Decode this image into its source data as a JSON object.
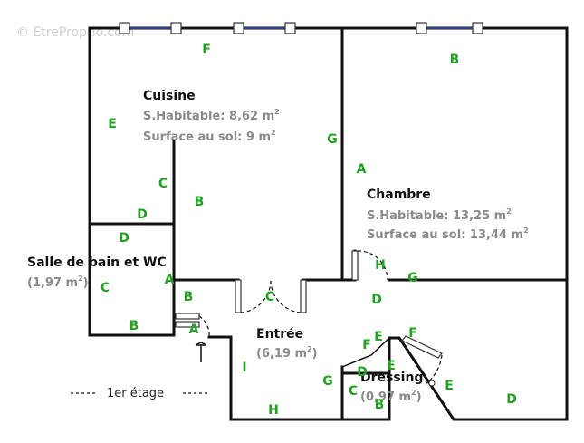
{
  "watermark": "© EtreProprio.com",
  "floor_label": "1er étage",
  "colors": {
    "wall_label": "#22a022",
    "room_name": "#111111",
    "room_area": "#8a8a8a",
    "window": "#3a4fb0"
  },
  "rooms": {
    "cuisine": {
      "name": "Cuisine",
      "area_line1": "S.Habitable: 8,62 m",
      "area_line2": "Surface au sol: 9 m"
    },
    "chambre": {
      "name": "Chambre",
      "area_line1": "S.Habitable: 13,25 m",
      "area_line2": "Surface au sol: 13,44 m"
    },
    "salle_de_bain": {
      "name": "Salle de bain et WC",
      "area": "(1,97 m"
    },
    "entree": {
      "name": "Entrée",
      "area": "(6,19 m"
    },
    "dressing": {
      "name": "Dressing",
      "area": "(0,97 m"
    }
  },
  "squared_suffix": "2",
  "close_paren": ")",
  "wall_labels": [
    "F",
    "B",
    "E",
    "G",
    "A",
    "C",
    "B",
    "D",
    "D",
    "C",
    "A",
    "B",
    "H",
    "G",
    "D",
    "B",
    "A",
    "C",
    "E",
    "F",
    "F",
    "E",
    "D",
    "G",
    "C",
    "B",
    "E",
    "D",
    "I",
    "H"
  ]
}
